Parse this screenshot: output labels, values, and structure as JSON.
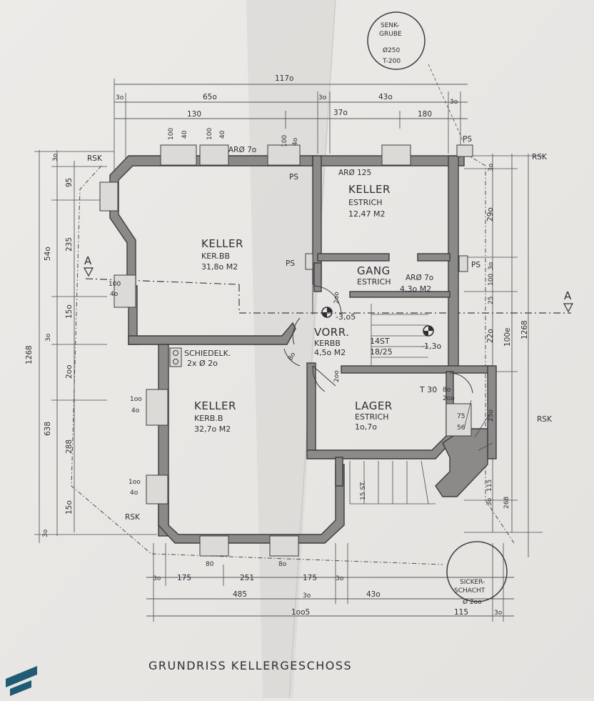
{
  "plan": {
    "title": "GRUNDRISS KELLERGESCHOSS",
    "rooms": {
      "keller_nw": {
        "name": "KELLER",
        "floor": "KER.BB",
        "area": "31,8o M2"
      },
      "keller_ne": {
        "name": "KELLER",
        "floor": "ESTRICH",
        "area": "12,47 M2"
      },
      "gang": {
        "name": "GANG",
        "floor": "ESTRICH",
        "area": "4,3o M2"
      },
      "vorr": {
        "name": "VORR.",
        "floor": "KERBB",
        "area": "4,5o M2"
      },
      "keller_sw": {
        "name": "KELLER",
        "floor": "KERB.B",
        "area": "32,7o M2"
      },
      "lager": {
        "name": "LAGER",
        "floor": "ESTRICH",
        "area": "1o,7o"
      }
    },
    "labels": {
      "senkgrube_1": "SENK-",
      "senkgrube_2": "GRUBE",
      "senkgrube_3": "Ø250",
      "senkgrube_4": "T-200",
      "sickerschacht_1": "SICKER-",
      "sickerschacht_2": "SCHACHT",
      "sickerschacht_3": "Ø 2oo",
      "schiedelk_1": "SCHIEDELK.",
      "schiedelk_2": "2x Ø 2o",
      "ps": "PS",
      "rsk": "RSK",
      "section": "A",
      "level_1": "-3,o5",
      "level_2": "-1,3o",
      "stairs_a": "14ST",
      "stairs_b": "18/25",
      "stairs_c": "15 ST.",
      "t30": "T 30",
      "aro_70a": "ARØ 7o",
      "aro_125": "ARØ 125",
      "aro_70b": "ARØ 7o"
    },
    "dims": {
      "top_total": "117o",
      "top_650": "65o",
      "top_30a": "3o",
      "top_30b": "3o",
      "top_430": "43o",
      "top_30c": "3o",
      "top_130": "130",
      "top_370": "37o",
      "top_180": "180",
      "win_100a": "100",
      "win_40a": "40",
      "win_100b": "100",
      "win_40b": "40",
      "win_100c": "100",
      "win_40c": "4o",
      "left_total": "1268",
      "left_540": "54o",
      "left_30a": "3o",
      "left_95": "95",
      "left_235": "235",
      "left_150": "15o",
      "left_30b": "3o",
      "left_200": "2oo",
      "left_638": "638",
      "left_288": "288",
      "left_150b": "15o",
      "left_30c": "3o",
      "lwin_100a": "100",
      "lwin_40a": "4o",
      "lwin_100b": "1oo",
      "lwin_40b": "4o",
      "lwin_100c": "1oo",
      "lwin_40c": "4o",
      "right_30a": "3o",
      "right_290": "29o",
      "right_30b": "3o",
      "right_100": "100",
      "right_25": "25",
      "right_220": "22o",
      "right_1000": "100e",
      "right_1268": "1268",
      "right_250": "25o",
      "right_115": "115",
      "right_30c": "3o",
      "right_268": "268",
      "bot_30a": "3o",
      "bot_175a": "175",
      "bot_251": "251",
      "bot_175b": "175",
      "bot_30b": "3o",
      "bot_485": "485",
      "bot_30c": "3o",
      "bot_430": "43o",
      "bot_total": "1oo5",
      "bot_115": "115",
      "bot_30d": "3o",
      "door_200a": "2oo",
      "door_200b": "2oo",
      "door_200c": "2oo",
      "door_80": "8o",
      "door_80b": "8o",
      "vw_75": "75",
      "vw_56": "56",
      "bw_80a": "80",
      "bw_80b": "8o"
    }
  }
}
